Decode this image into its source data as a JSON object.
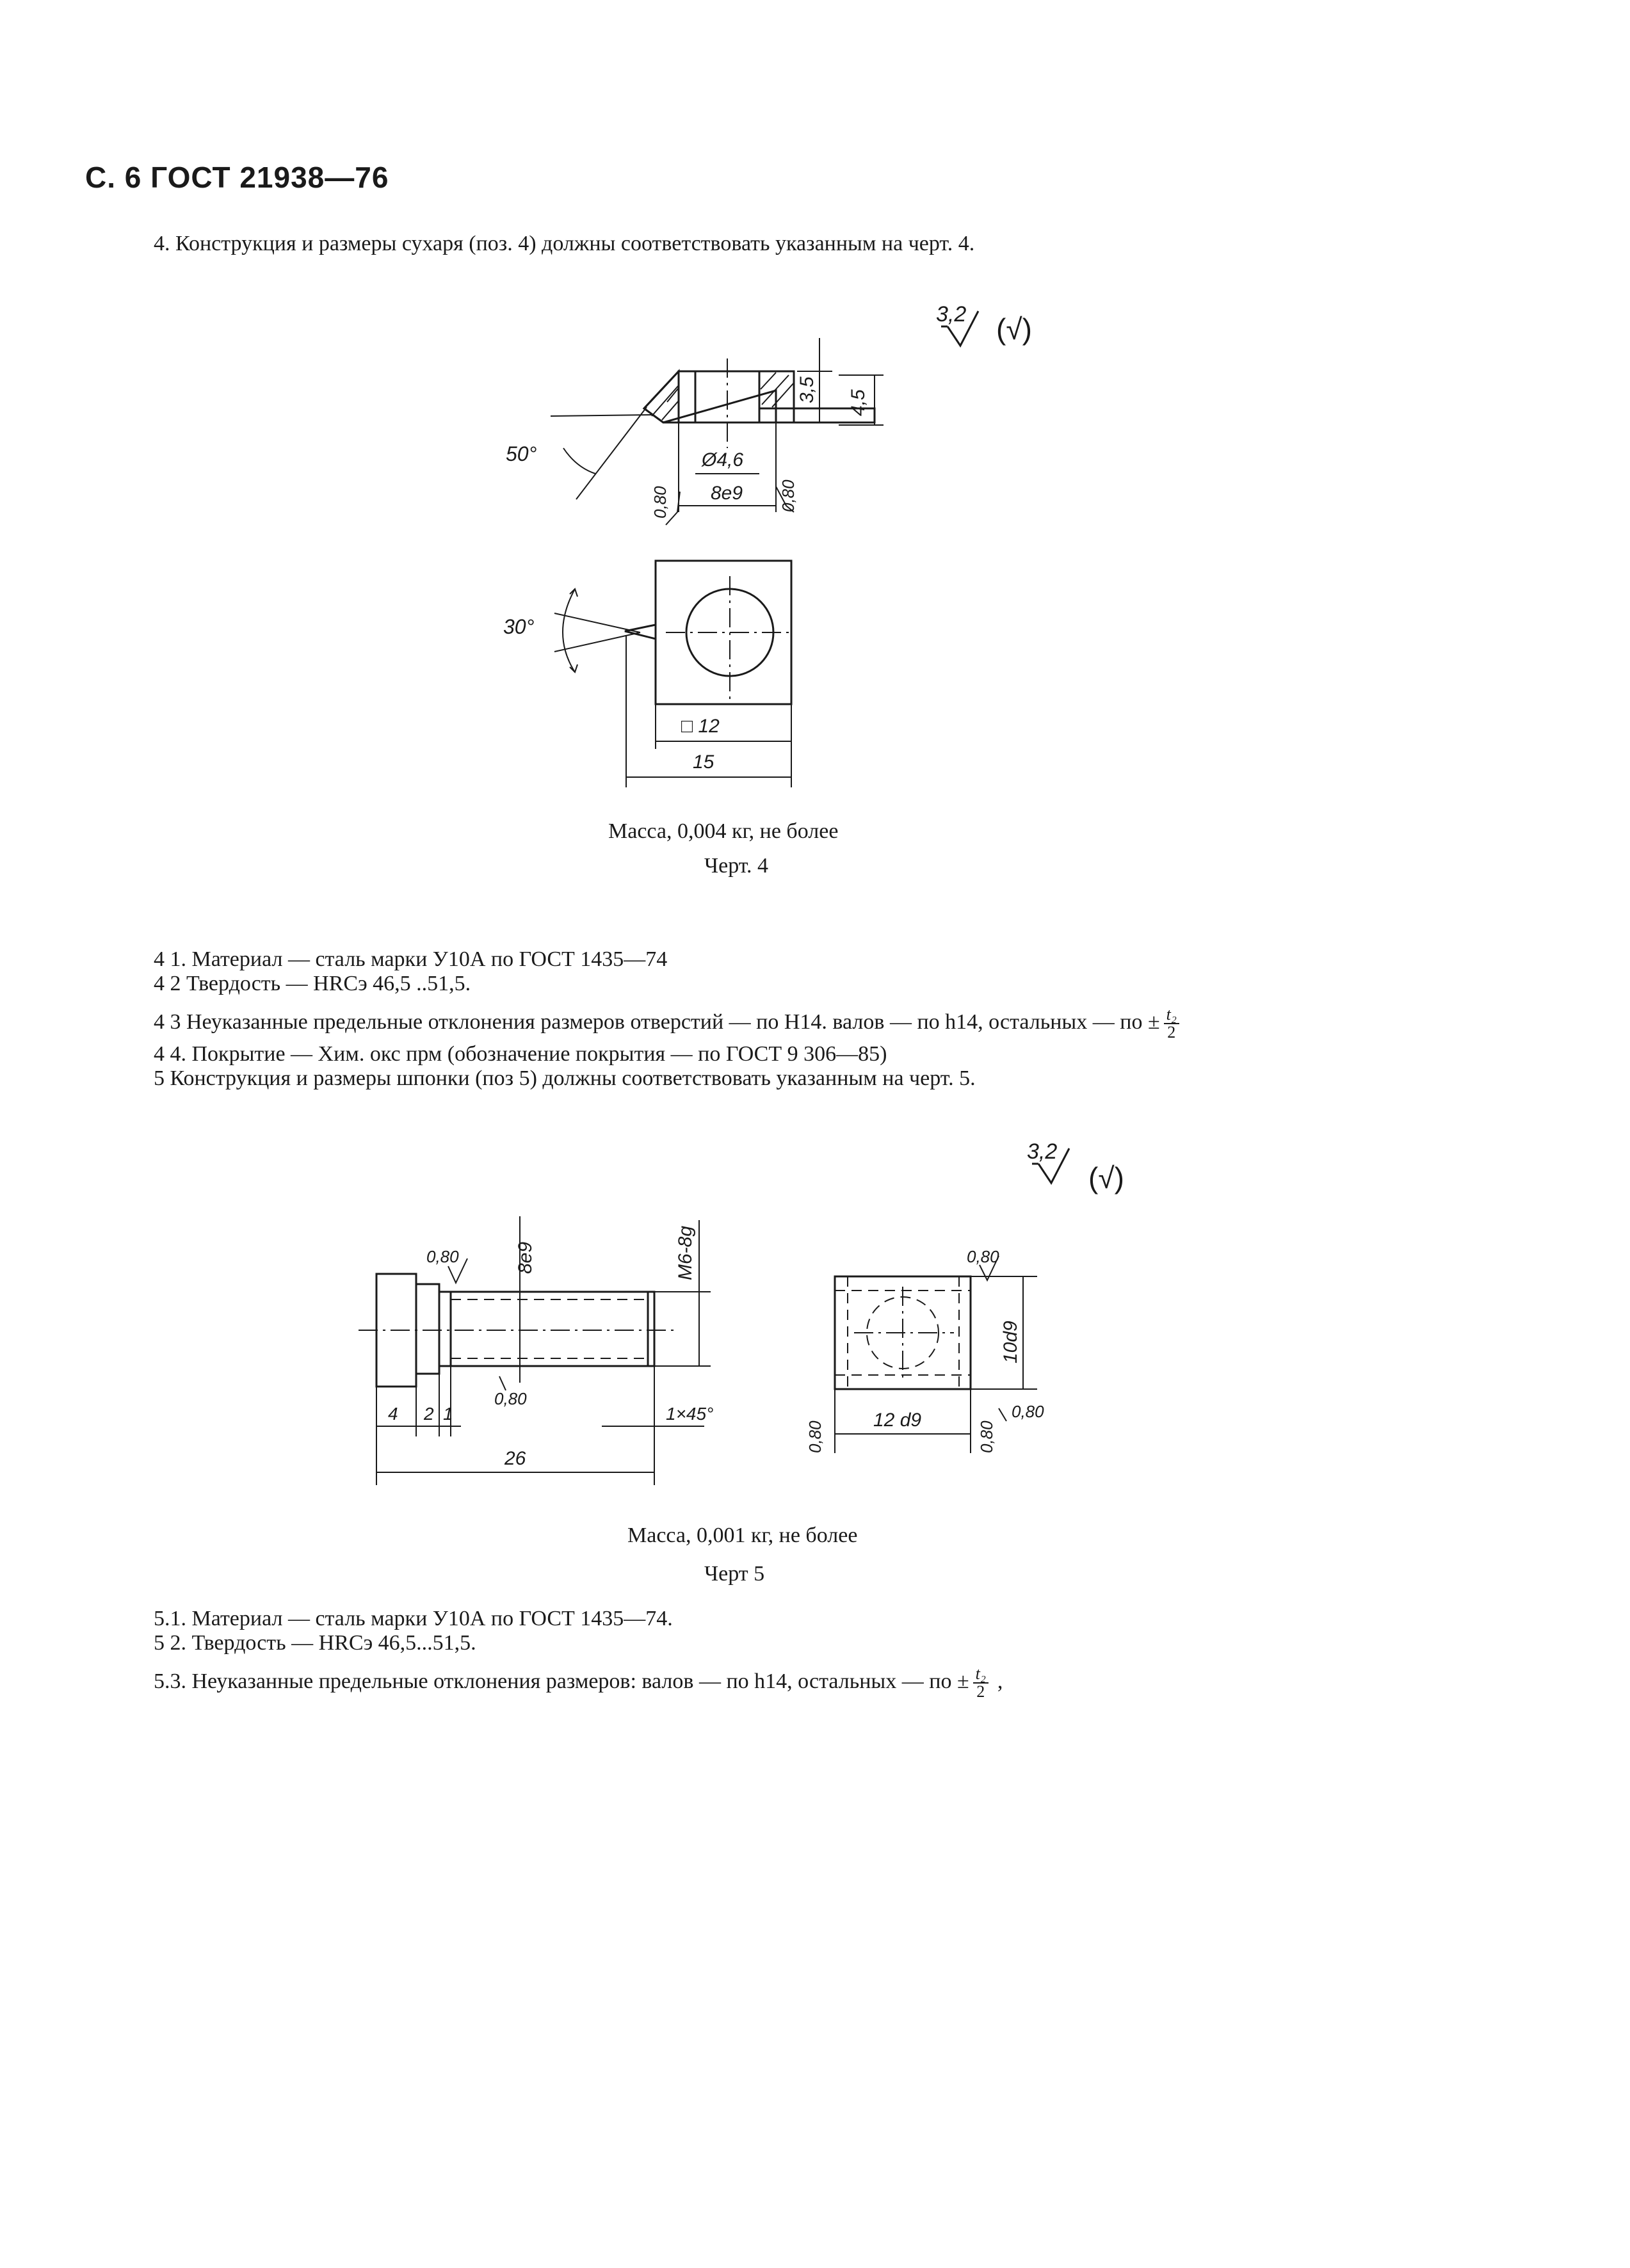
{
  "header": {
    "title": "С. 6 ГОСТ 21938—76"
  },
  "section4": {
    "intro": "4. Конструкция и размеры  сухаря (поз. 4) должны соответствовать указанным на черт. 4.",
    "roughness": {
      "value": "3,2",
      "mark": "(√)"
    },
    "drawing_labels": {
      "angle_top": "50°",
      "height_inner": "3,5",
      "height_total": "4,5",
      "bore_diameter": "Ø4,6",
      "width": "8e9",
      "rough_left": "0,80",
      "rough_right": "0,80",
      "angle_side": "30°",
      "square": "□ 12",
      "length": "15"
    },
    "mass": "Масса, 0,004 кг, не более",
    "figure": "Черт. 4",
    "items": [
      "4 1. Материал — сталь марки У10А по ГОСТ 1435—74",
      "4 2  Твердость — HRCэ 46,5 ..51,5.",
      "4 3   Неуказанные предельные отклонения   размеров отверстий — по H14. валов — по h14, остальных — по ±",
      "4 4.  Покрытие — Хим. окс прм  (обозначение покрытия — по ГОСТ 9 306—85)",
      "5  Конструкция и размеры шпонки (поз 5) должны соответствовать указанным на черт. 5."
    ],
    "tolerance_fraction": {
      "numerator": "t₂",
      "denominator": "2"
    }
  },
  "section5": {
    "roughness": {
      "value": "3,2",
      "mark": "(√)"
    },
    "drawing_labels": {
      "rough_top": "0,80",
      "head_dia": "8e9",
      "shaft_dia": "M6-8g",
      "rough_under": "0,80",
      "dim_4": "4",
      "dim_2": "2",
      "dim_1": "1",
      "chamfer": "1×45°",
      "length": "26",
      "rough_block_top": "0,80",
      "block_height": "10d9",
      "block_width": "12 d9",
      "rough_block_left": "0,80",
      "rough_block_right": "0,80",
      "rough_block_corner": "0,80"
    },
    "mass": "Масса, 0,001 кг, не более",
    "figure": "Черт 5",
    "items": [
      "5.1. Материал — сталь марки У10А по ГОСТ 1435—74.",
      "5 2. Твердость — HRCэ 46,5...51,5.",
      "5.3.  Неуказанные предельные отклонения   размеров: валов — по h14, остальных — по ±"
    ],
    "tolerance_fraction": {
      "numerator": "t₂",
      "denominator": "2"
    },
    "trailing": ","
  }
}
